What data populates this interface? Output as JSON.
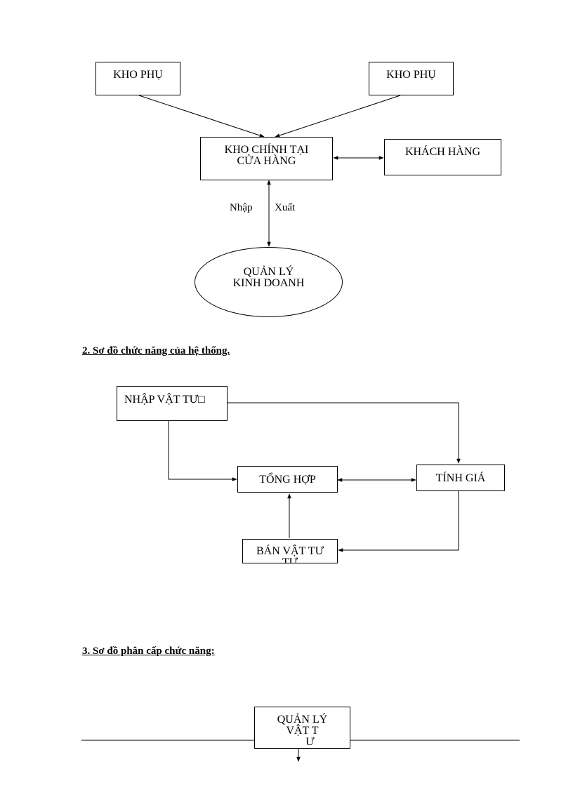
{
  "diagram1": {
    "kho_phu_left": "KHO PHỤ",
    "kho_phu_right": "KHO PHỤ",
    "kho_chinh_line1": "KHO CHÍNH TẠI",
    "kho_chinh_line2": "CỬA HÀNG",
    "khach_hang": "KHÁCH HÀNG",
    "nhap_label": "Nhập",
    "xuat_label": "Xuất",
    "quan_ly_line1": "QUẢN LÝ",
    "quan_ly_line2": "KINH DOANH"
  },
  "section2": {
    "heading": "2. Sơ đồ chức năng của hệ thống."
  },
  "diagram2": {
    "nhap_vat_tu": "NHẬP VẬT TƯ",
    "nhap_vat_tu_glyph": "□",
    "tong_hop": "TỔNG HỢP",
    "tinh_gia": "TÍNH GIÁ",
    "ban_vat_tu": "BÁN VẬT TƯ",
    "ban_vat_tu_overflow": "TƯ"
  },
  "section3": {
    "heading": "3. Sơ đồ phân cấp chức năng:"
  },
  "diagram3": {
    "root_line1": "QUẢN LÝ",
    "root_line2": "VẬT T",
    "root_overflow": "Ư"
  }
}
